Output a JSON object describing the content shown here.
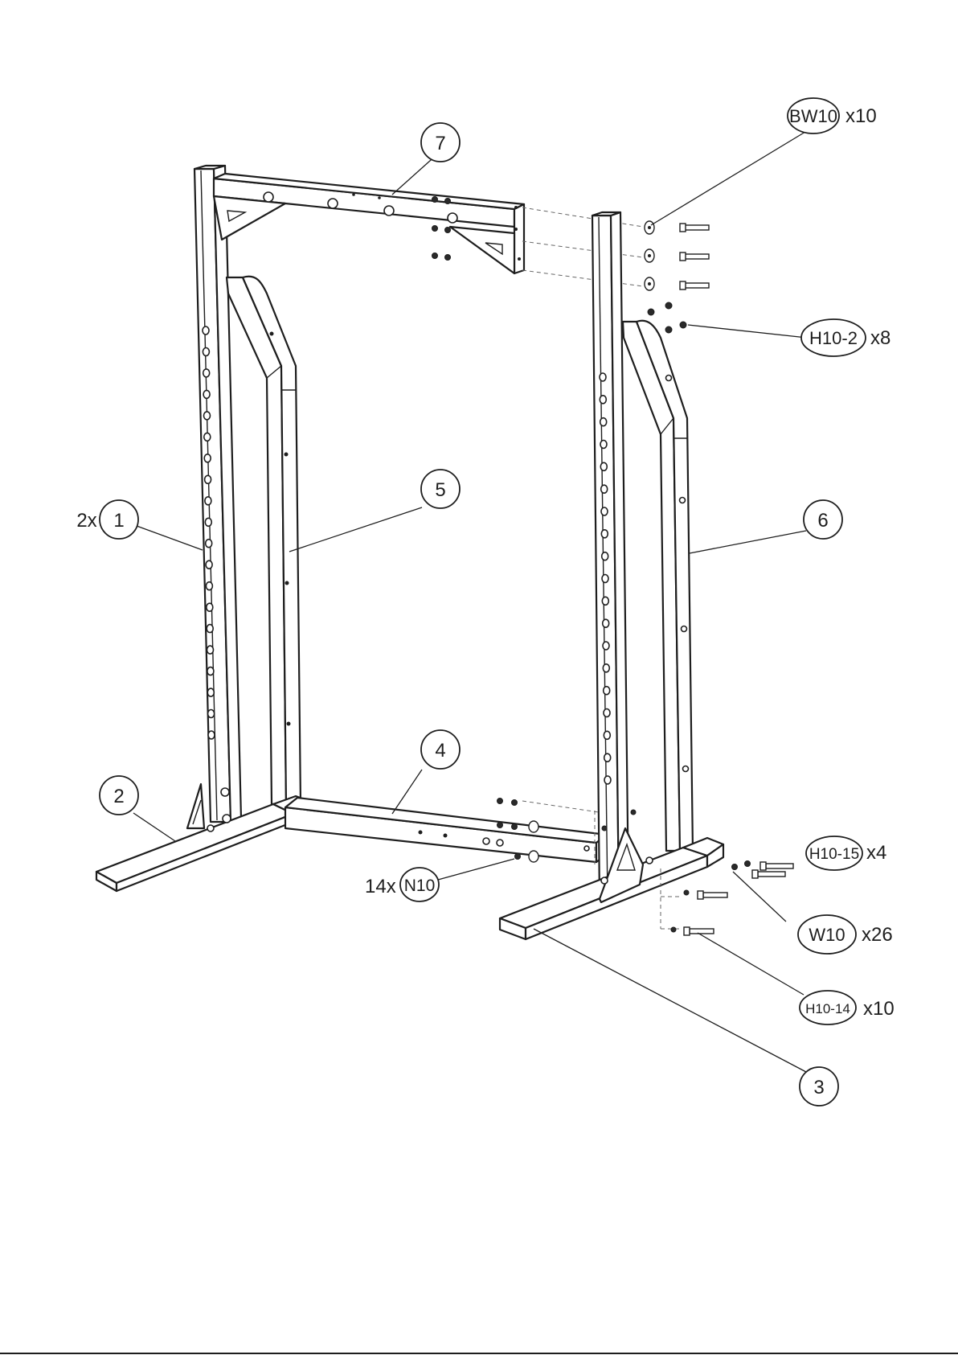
{
  "parts": [
    {
      "id": "1",
      "prefix": "2x"
    },
    {
      "id": "2"
    },
    {
      "id": "3"
    },
    {
      "id": "4"
    },
    {
      "id": "5"
    },
    {
      "id": "6"
    },
    {
      "id": "7"
    }
  ],
  "hardware": [
    {
      "code": "BW10",
      "qty": "x10"
    },
    {
      "code": "H10-2",
      "qty": "x8"
    },
    {
      "code": "H10-15",
      "qty": "x4"
    },
    {
      "code": "W10",
      "qty": "x26"
    },
    {
      "code": "H10-14",
      "qty": "x10"
    },
    {
      "code": "N10",
      "prefix": "14x"
    }
  ],
  "colors": {
    "line": "#1e1e1e",
    "background": "#ffffff"
  }
}
